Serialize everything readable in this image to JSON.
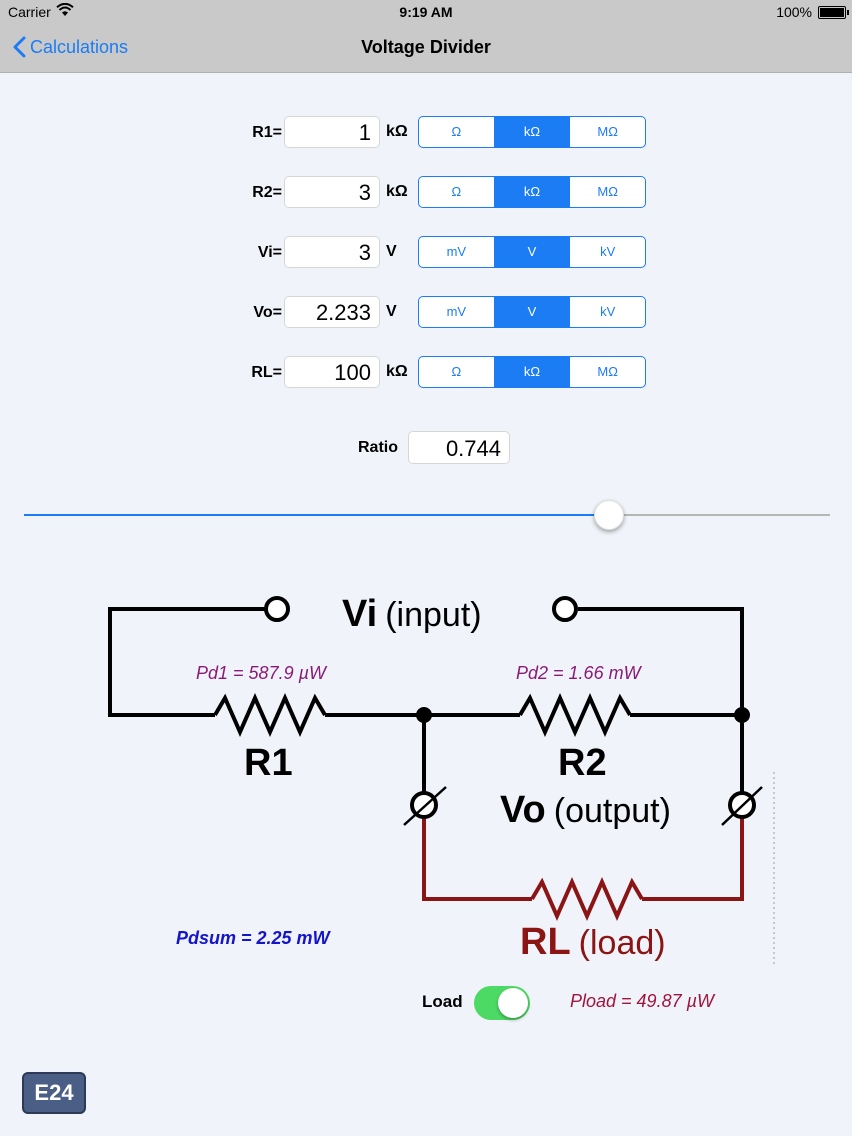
{
  "status": {
    "carrier": "Carrier",
    "time": "9:19 AM",
    "battery": "100%"
  },
  "nav": {
    "back_label": "Calculations",
    "title": "Voltage Divider"
  },
  "rows": [
    {
      "label": "R1=",
      "value": "1",
      "unit": "kΩ",
      "options": [
        "Ω",
        "kΩ",
        "MΩ"
      ],
      "selected": 1
    },
    {
      "label": "R2=",
      "value": "3",
      "unit": "kΩ",
      "options": [
        "Ω",
        "kΩ",
        "MΩ"
      ],
      "selected": 1
    },
    {
      "label": "Vi=",
      "value": "3",
      "unit": "V",
      "options": [
        "mV",
        "V",
        "kV"
      ],
      "selected": 1
    },
    {
      "label": "Vo=",
      "value": "2.233",
      "unit": "V",
      "options": [
        "mV",
        "V",
        "kV"
      ],
      "selected": 1
    },
    {
      "label": "RL=",
      "value": "100",
      "unit": "kΩ",
      "options": [
        "Ω",
        "kΩ",
        "MΩ"
      ],
      "selected": 1
    }
  ],
  "ratio": {
    "label": "Ratio",
    "value": "0.744"
  },
  "slider": {
    "value": 0.735
  },
  "circuit": {
    "vi_label": "Vi",
    "vi_sub": "(input)",
    "vo_label": "Vo",
    "vo_sub": "(output)",
    "r1_label": "R1",
    "r2_label": "R2",
    "rl_label": "RL",
    "rl_sub": "(load)",
    "pd1": "Pd1 = 587.9 µW",
    "pd2": "Pd2 = 1.66 mW"
  },
  "pdsum": "Pdsum = 2.25 mW",
  "load": {
    "label": "Load",
    "on": true
  },
  "pload": "Pload = 49.87 µW",
  "e24_label": "E24",
  "colors": {
    "accent": "#1b7cf4",
    "wire": "#000000",
    "load_wire": "#8b1414",
    "pd_text": "#8a1a78",
    "pdsum_text": "#1414c8",
    "toggle_on": "#4cd964"
  }
}
